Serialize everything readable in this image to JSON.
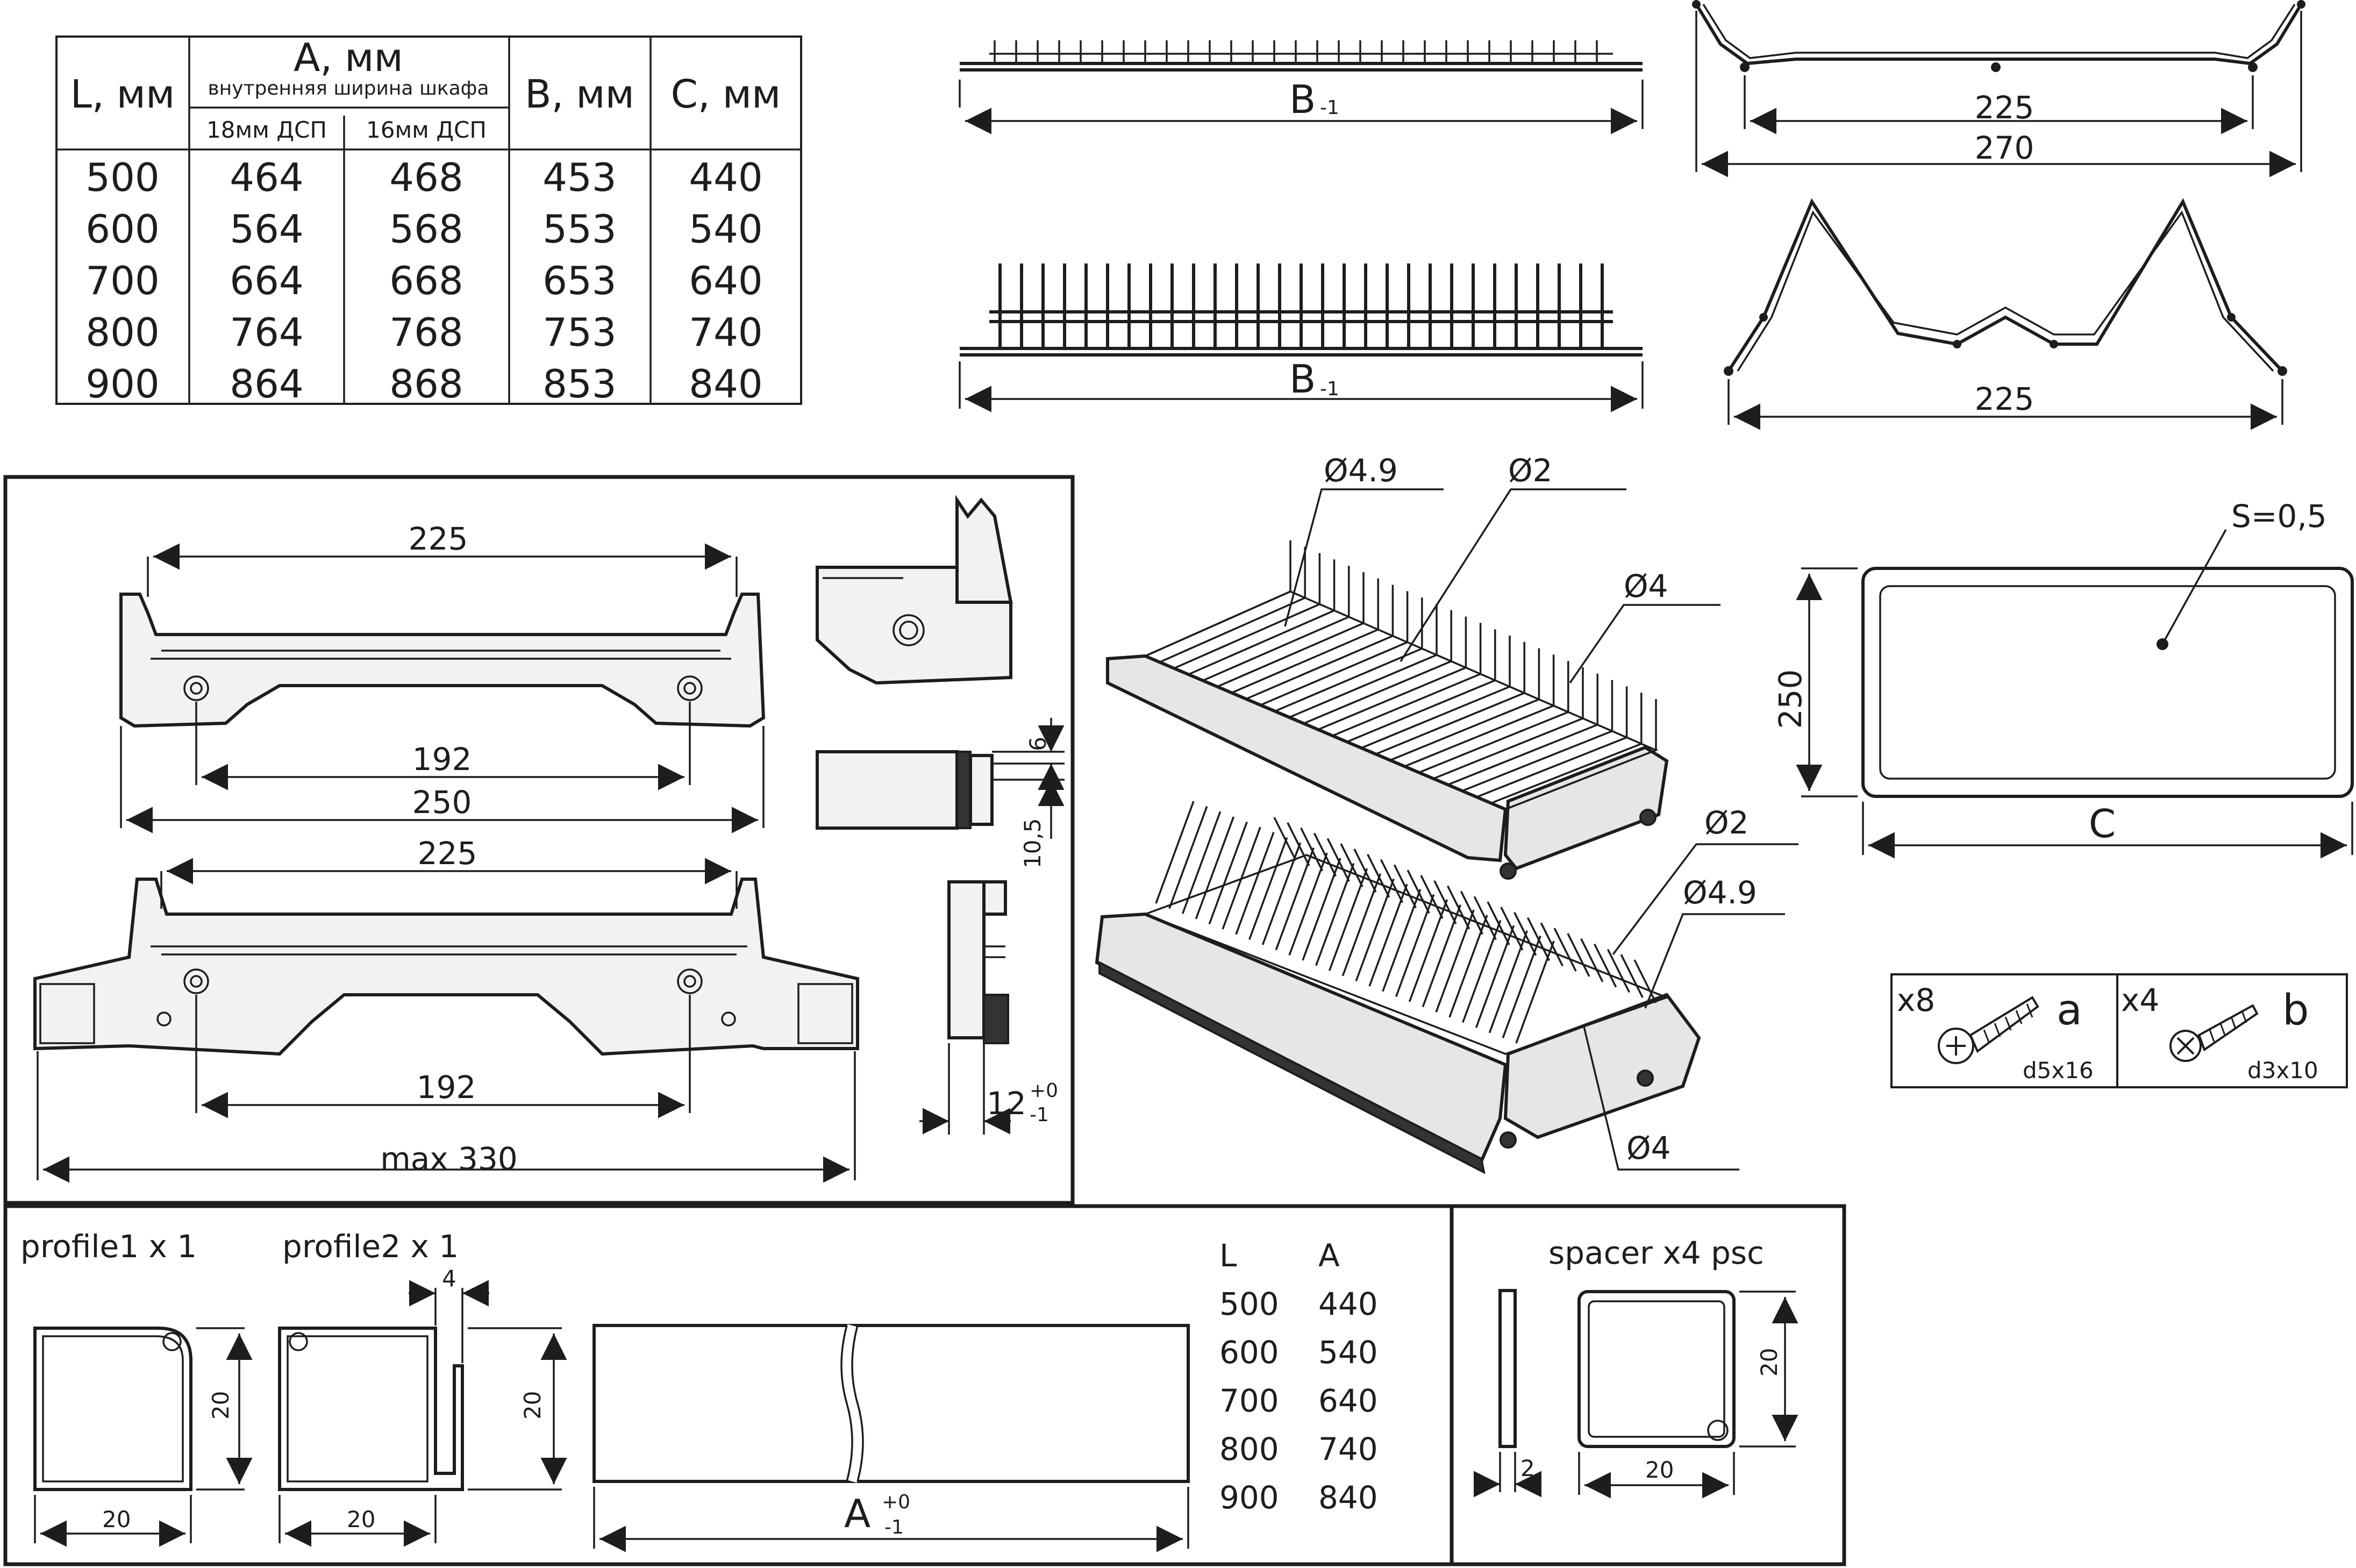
{
  "table": {
    "headers": {
      "l": "L, мм",
      "a": "A, мм",
      "a_sub": "внутренняя ширина шкафа",
      "a18": "18мм ДСП",
      "a16": "16мм ДСП",
      "b": "B, мм",
      "c": "C, мм"
    },
    "rows": [
      [
        "500",
        "464",
        "468",
        "453",
        "440"
      ],
      [
        "600",
        "564",
        "568",
        "553",
        "540"
      ],
      [
        "700",
        "664",
        "668",
        "653",
        "640"
      ],
      [
        "800",
        "764",
        "768",
        "753",
        "740"
      ],
      [
        "900",
        "864",
        "868",
        "853",
        "840"
      ]
    ]
  },
  "dims": {
    "b_minus1": "B",
    "sub_minus1": "-1",
    "d225": "225",
    "d270": "270",
    "d192": "192",
    "d250": "250",
    "d6": "6",
    "d10_5": "10,5",
    "d12": "12",
    "tol_plus0": "+0",
    "tol_minus1": "-1",
    "max330": "max 330",
    "d49": "Ø4.9",
    "d2": "Ø2",
    "d4": "Ø4",
    "s05": "S=0,5",
    "c": "C",
    "a": "A",
    "d20": "20",
    "d4small": "4",
    "d2small": "2"
  },
  "hardware": {
    "screw_a_qty": "x8",
    "screw_a_letter": "a",
    "screw_a_size": "d5x16",
    "screw_b_qty": "x4",
    "screw_b_letter": "b",
    "screw_b_size": "d3x10"
  },
  "profiles": {
    "profile1": "profile1 x 1",
    "profile2": "profile2 x 1",
    "spacer": "spacer x4 psc",
    "la_headers": [
      "L",
      "A"
    ],
    "la_rows": [
      [
        "500",
        "440"
      ],
      [
        "600",
        "540"
      ],
      [
        "700",
        "640"
      ],
      [
        "800",
        "740"
      ],
      [
        "900",
        "840"
      ]
    ]
  }
}
